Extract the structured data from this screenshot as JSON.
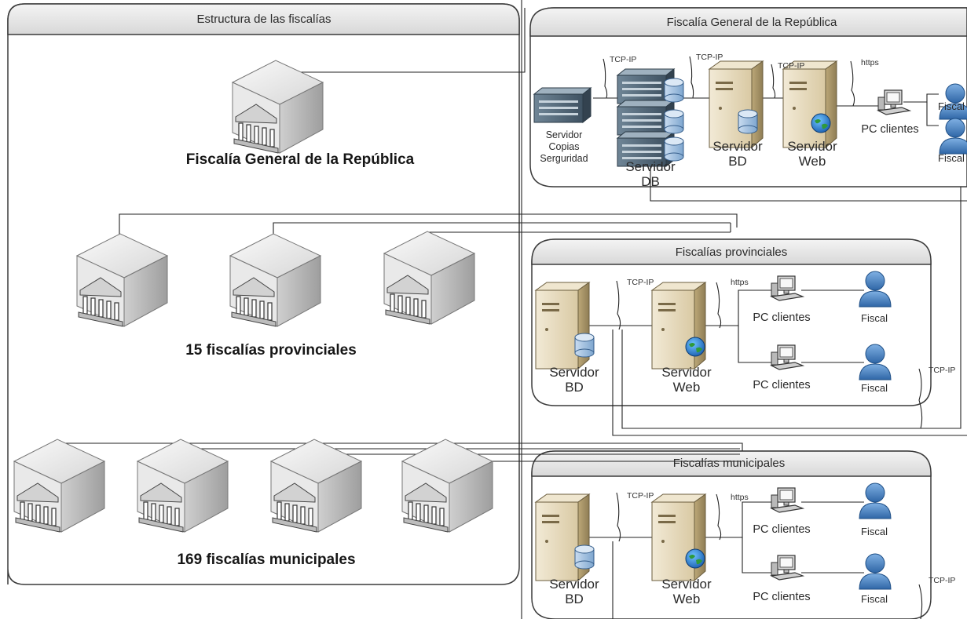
{
  "left_panel": {
    "title": "Estructura de las fiscalías",
    "general_label": "Fiscalía General de la República",
    "provincial_label": "15 fiscalías provinciales",
    "municipal_label": "169 fiscalías municipales"
  },
  "general_panel": {
    "title": "Fiscalía General de la República",
    "backup_server": "Servidor\nCopias\nSerguridad",
    "db_server": "Servidor\nDB",
    "bd_server": "Servidor\nBD",
    "web_server": "Servidor\nWeb",
    "pc_clients": "PC clientes",
    "user_a": "Fiscal",
    "user_b": "Fiscal",
    "proto_1": "TCP-IP",
    "proto_2": "TCP-IP",
    "proto_3": "TCP-IP",
    "proto_4": "https"
  },
  "provincial_panel": {
    "title": "Fiscalías provinciales",
    "bd_server": "Servidor\nBD",
    "web_server": "Servidor\nWeb",
    "pc_clients_a": "PC clientes",
    "pc_clients_b": "PC clientes",
    "fiscal_a": "Fiscal",
    "fiscal_b": "Fiscal",
    "proto_1": "TCP-IP",
    "proto_2": "https",
    "proto_link": "TCP-IP"
  },
  "municipal_panel": {
    "title": "Fiscalías municipales",
    "bd_server": "Servidor\nBD",
    "web_server": "Servidor\nWeb",
    "pc_clients_a": "PC clientes",
    "pc_clients_b": "PC clientes",
    "fiscal_a": "Fiscal",
    "fiscal_b": "Fiscal",
    "proto_1": "TCP-IP",
    "proto_2": "https",
    "proto_link": "TCP-IP"
  },
  "colors": {
    "panel_border": "#3a3a3a",
    "panel_header": "#e6e6e6",
    "user_icon": "#3d78b8",
    "server_body": "#e8dcc0"
  }
}
